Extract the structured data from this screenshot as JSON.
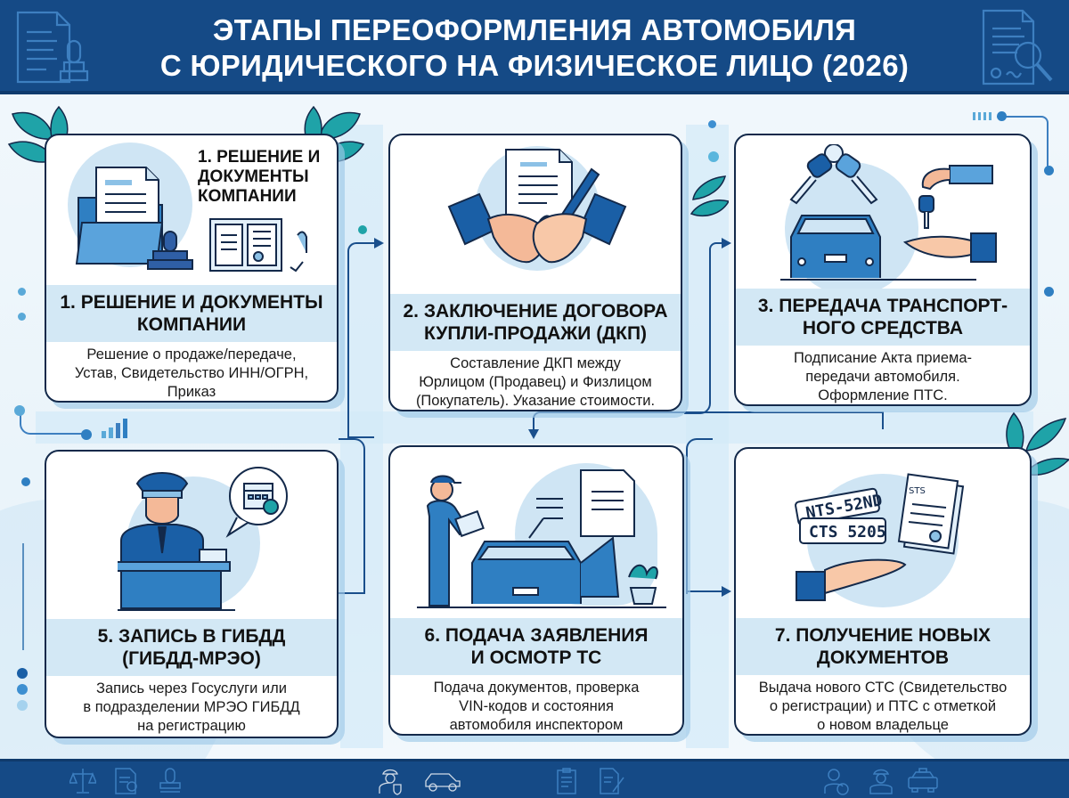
{
  "header": {
    "title_line1": "ЭТАПЫ ПЕРЕОФОРМЛЕНИЯ АВТОМОБИЛЯ",
    "title_line2": "С ЮРИДИЧЕСКОГО НА ФИЗИЧЕСКОЕ ЛИЦО (2026)",
    "left_icon": "document-stamp-icon",
    "right_icon": "document-magnifier-icon"
  },
  "steps": [
    {
      "number": 1,
      "corner_title": "1. РЕШЕНИЕ И\nДОКУМЕНТЫ\nКОМПАНИИ",
      "title": "1. РЕШЕНИЕ И ДОКУМЕНТЫ\nКОМПАНИИ",
      "description": "Решение о продаже/передаче,\nУстав, Свидетельство ИНН/ОГРН,\nПриказ",
      "illustration": "folder-documents-stamp-icon"
    },
    {
      "number": 2,
      "title": "2. ЗАКЛЮЧЕНИЕ ДОГОВОРА\nКУПЛИ-ПРОДАЖИ (ДКП)",
      "description": "Составление ДКП между\nЮрлицом (Продавец) и Физлицом\n(Покупатель). Указание стоимости.",
      "illustration": "handshake-contract-icon"
    },
    {
      "number": 3,
      "title": "3. ПЕРЕДАЧА ТРАНСПОРТ-\nНОГО СРЕДСТВА",
      "description": "Подписание Акта приема-\nпередачи автомобиля.\nОформление ПТС.",
      "illustration": "car-keys-handover-icon"
    },
    {
      "number": 5,
      "title": "5. ЗАПИСЬ В ГИБДД\n(ГИБДД-МРЭО)",
      "description": "Запись через Госуслуги или\nв подразделении МРЭО ГИБДД\nна регистрацию",
      "illustration": "police-officer-calendar-icon"
    },
    {
      "number": 6,
      "title": "6. ПОДАЧА ЗАЯВЛЕНИЯ\nИ ОСМОТР ТС",
      "description": "Подача документов, проверка\nVIN-кодов и состояния\nавтомобиля инспектором",
      "illustration": "inspector-car-documents-icon"
    },
    {
      "number": 7,
      "title": "7. ПОЛУЧЕНИЕ НОВЫХ\nДОКУМЕНТОВ",
      "description": "Выдача нового СТС (Свидетельство\nо регистрации) и ПТС с отметкой\nо новом владельце",
      "illustration": "license-plates-documents-hand-icon",
      "plate_top": "NTS-52ND",
      "plate_bottom": "CTS 5205",
      "doc_label": "STS"
    }
  ],
  "footer": {
    "icons": [
      "scales-icon",
      "document-search-icon",
      "stamp-icon",
      "police-shield-icon",
      "car-icon",
      "clipboard-icon",
      "document-pen-icon",
      "person-coin-icon",
      "police-officer-icon",
      "taxi-icon"
    ]
  },
  "colors": {
    "header_bg": "#154a86",
    "card_border": "#13294a",
    "title_band": "#d3e8f5",
    "accent_blue": "#2f7fc2",
    "leaf_teal": "#1fa3a8"
  }
}
